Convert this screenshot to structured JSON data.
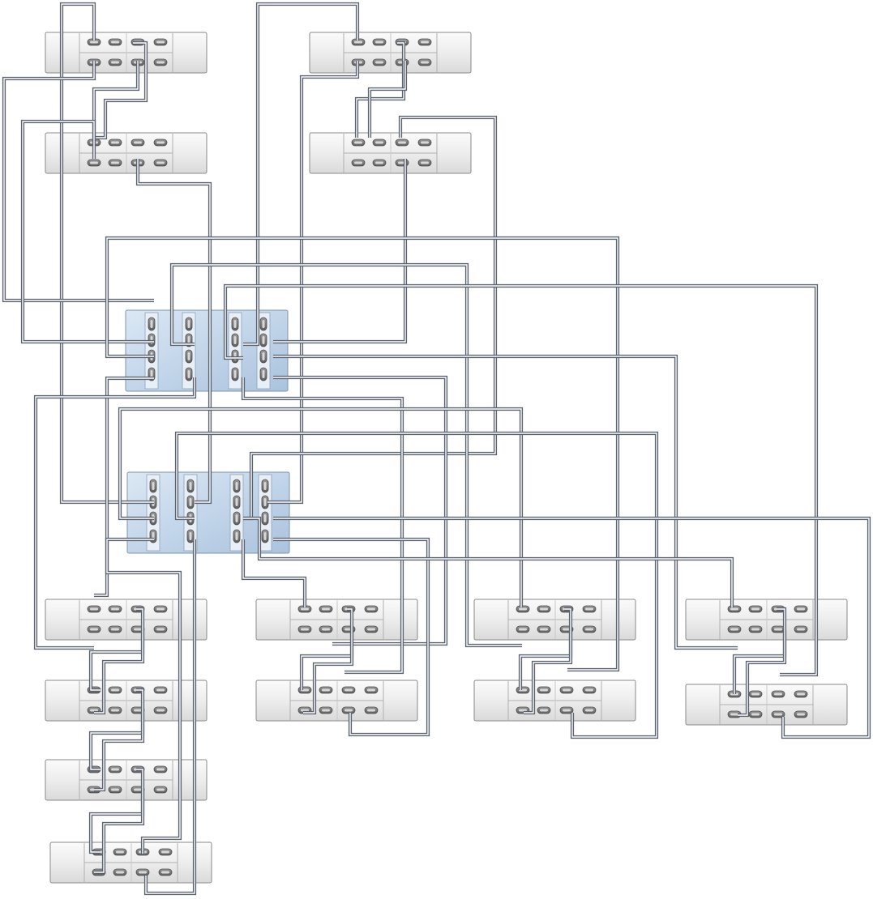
{
  "diagram": {
    "description_visible_text": "",
    "colors": {
      "cable": "#5b6270",
      "cable_core": "#ffffff",
      "shelf_face": "#eeeeee",
      "shelf_border": "#8a8a8a",
      "controller_face": "#c5d9ee",
      "controller_border": "#7d93ad",
      "port": "#7a7a7a"
    },
    "storage_shelves": [
      {
        "id": "shelf-stack1-1"
      },
      {
        "id": "shelf-stack1-2"
      },
      {
        "id": "shelf-stack2-1"
      },
      {
        "id": "shelf-stack2-2"
      },
      {
        "id": "shelf-stack3-1"
      },
      {
        "id": "shelf-stack3-2"
      },
      {
        "id": "shelf-stack3-3"
      },
      {
        "id": "shelf-stack3-4"
      },
      {
        "id": "shelf-stack4-1"
      },
      {
        "id": "shelf-stack4-2"
      },
      {
        "id": "shelf-stack5-1"
      },
      {
        "id": "shelf-stack5-2"
      },
      {
        "id": "shelf-stack6-1"
      },
      {
        "id": "shelf-stack6-2"
      }
    ],
    "controllers": [
      {
        "id": "controller-1"
      },
      {
        "id": "controller-2"
      }
    ]
  }
}
